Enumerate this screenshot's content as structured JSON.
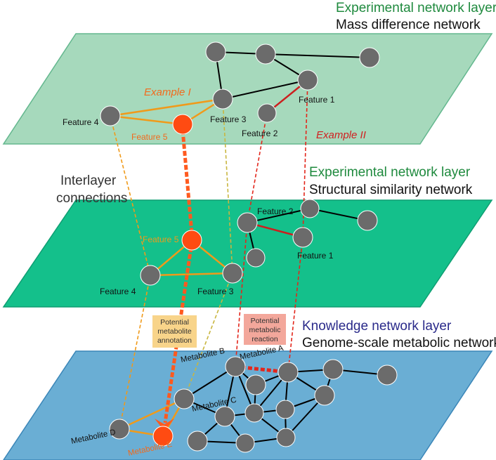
{
  "layers": {
    "mass": {
      "title": "Experimental network layer",
      "subtitle": "Mass difference network",
      "color": "#a6d9bc",
      "title_color": "#1f8a3e"
    },
    "structural": {
      "title": "Experimental network layer",
      "subtitle": "Structural similarity network",
      "color": "#14c08b",
      "title_color": "#1f8a3e"
    },
    "knowledge": {
      "title": "Knowledge network layer",
      "subtitle": "Genome-scale metabolic network",
      "color": "#6aaed4",
      "title_color": "#2a2a8a"
    }
  },
  "labels": {
    "interlayer_line1": "Interlayer",
    "interlayer_line2": "connections",
    "example_1": "Example I",
    "example_2": "Example II",
    "mass_feature1": "Feature 1",
    "mass_feature2": "Feature 2",
    "mass_feature3": "Feature 3",
    "mass_feature4": "Feature 4",
    "mass_feature5": "Feature 5",
    "struct_feature1": "Feature 1",
    "struct_feature2": "Feature 2",
    "struct_feature3": "Feature 3",
    "struct_feature4": "Feature 4",
    "struct_feature5": "Feature 5",
    "metabolite_a": "Metabolite A",
    "metabolite_b": "Metabolite B",
    "metabolite_c": "Metabolite C",
    "metabolite_d": "Metabolite D",
    "metabolite_e": "Metabolite E"
  },
  "callouts": {
    "annotation": [
      "Potential",
      "metabolite",
      "annotation"
    ],
    "reaction": [
      "Potential",
      "metabolic",
      "reaction"
    ]
  },
  "colors": {
    "node": "#6b6b6b",
    "highlight_node": "#ff4b12",
    "orange_edge": "#f09a1a",
    "red_edge": "#cc1f1f",
    "annotation_box": "#f8d48a",
    "reaction_box": "#f3a79b"
  }
}
